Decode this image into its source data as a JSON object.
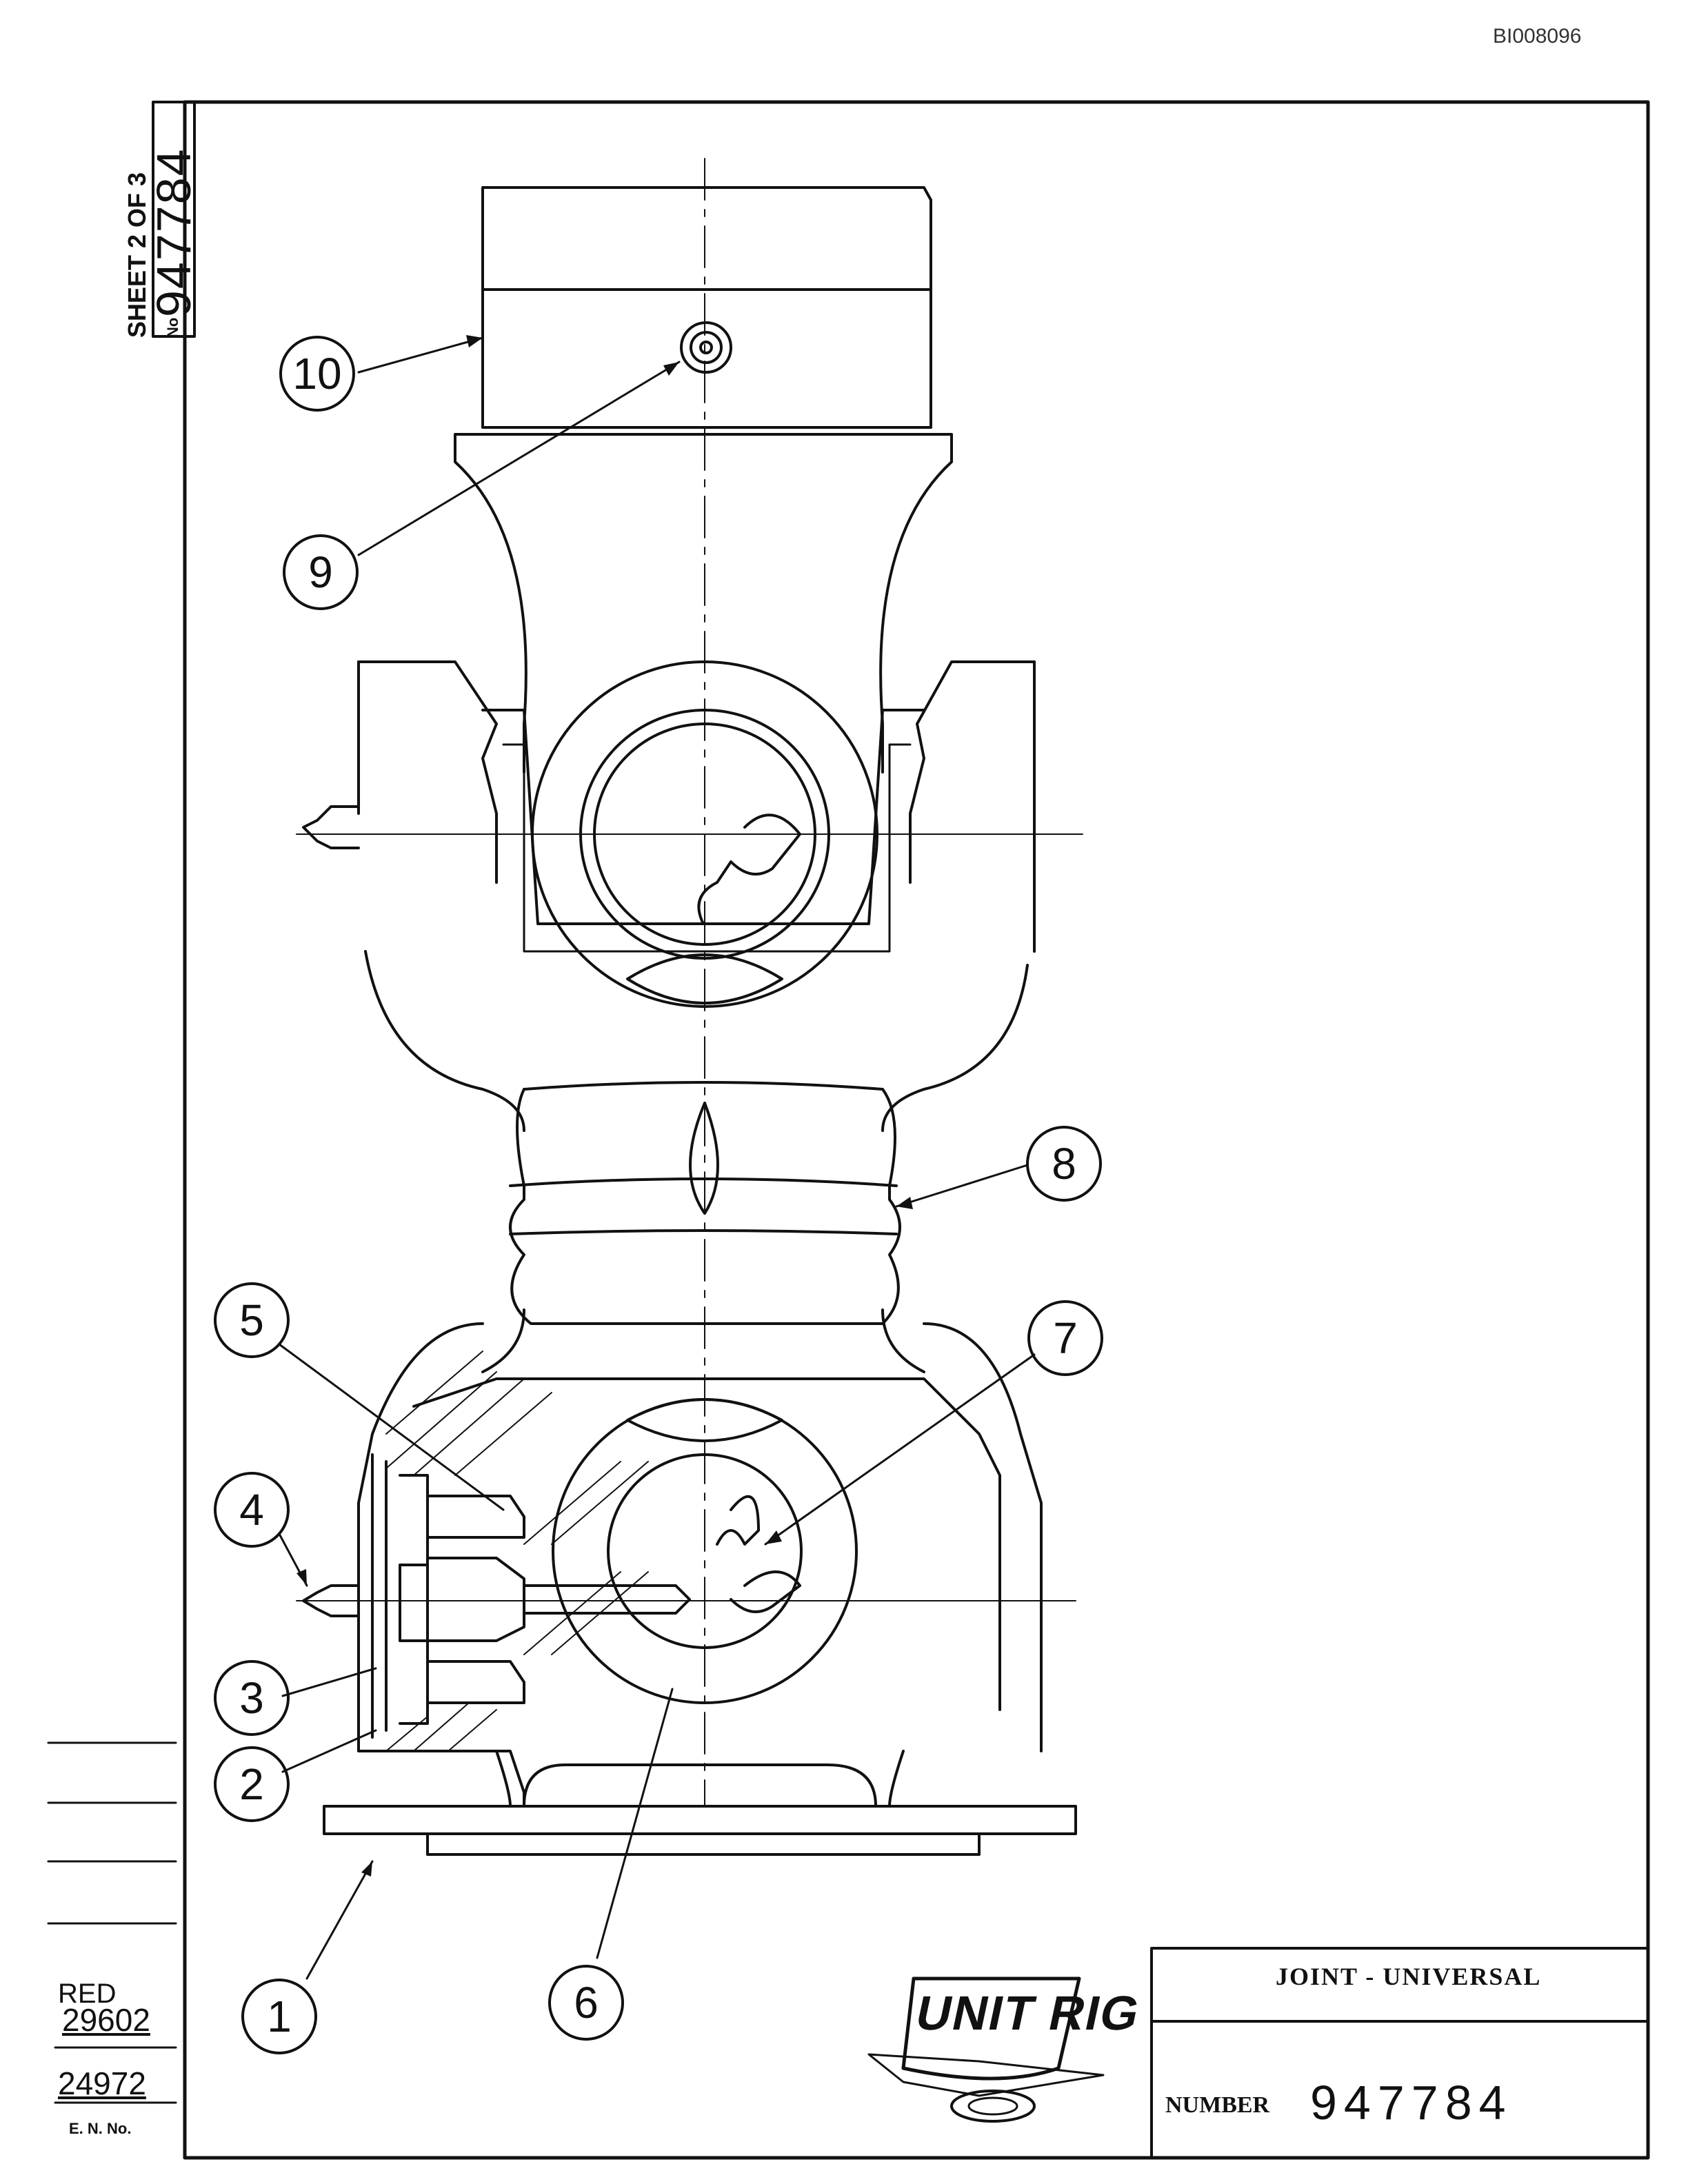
{
  "document": {
    "id": "BI008096",
    "sheet_label": "SHEET 2 OF 3",
    "sheet_number_prefix": "No",
    "sheet_number": "947784"
  },
  "title_block": {
    "title": "JOINT - UNIVERSAL",
    "number_label": "NUMBER",
    "number_value": "947784"
  },
  "references": {
    "red_label": "RED",
    "red_number": "29602",
    "number_2": "24972",
    "en_label": "E. N. No."
  },
  "logo": {
    "text": "UNIT RIG"
  },
  "callouts": [
    "1",
    "2",
    "3",
    "4",
    "5",
    "6",
    "7",
    "8",
    "9",
    "10"
  ]
}
